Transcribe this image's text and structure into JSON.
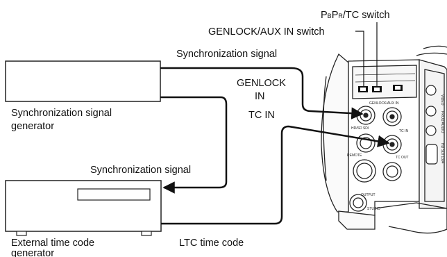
{
  "labels": {
    "pbpr_tc_switch": {
      "p": "P",
      "b": "B",
      "p2": "P",
      "r": "R",
      "rest": "/TC switch"
    },
    "genlock_aux_switch": "GENLOCK/AUX IN switch",
    "sync_signal_top": "Synchronization signal",
    "sync_signal_mid": "Synchronization signal",
    "genlock_in_line1": "GENLOCK",
    "genlock_in_line2": "IN",
    "tc_in": "TC IN",
    "sync_gen_line1": "Synchronization signal",
    "sync_gen_line2": "generator",
    "ext_tc_line1": "External  time  code",
    "ext_tc_line2": "generator",
    "ltc_time_code": "LTC time code"
  },
  "camera_panel_text": {
    "genlock_aux": "GENLOCK/AUX IN",
    "hdsdi": "HD/SD SDI",
    "tc_in": "TC IN",
    "tc_out": "TC OUT",
    "remote": "REMOTE",
    "output": "OUTPUT",
    "studio": "STUDIO",
    "video": "VIDEO",
    "prod_audio": "PROD AUDIO",
    "hdsdi_side": "HD SDI 1394"
  },
  "colors": {
    "line": "#111111",
    "stroke": "#222222",
    "panel": "#f2f2f2"
  }
}
